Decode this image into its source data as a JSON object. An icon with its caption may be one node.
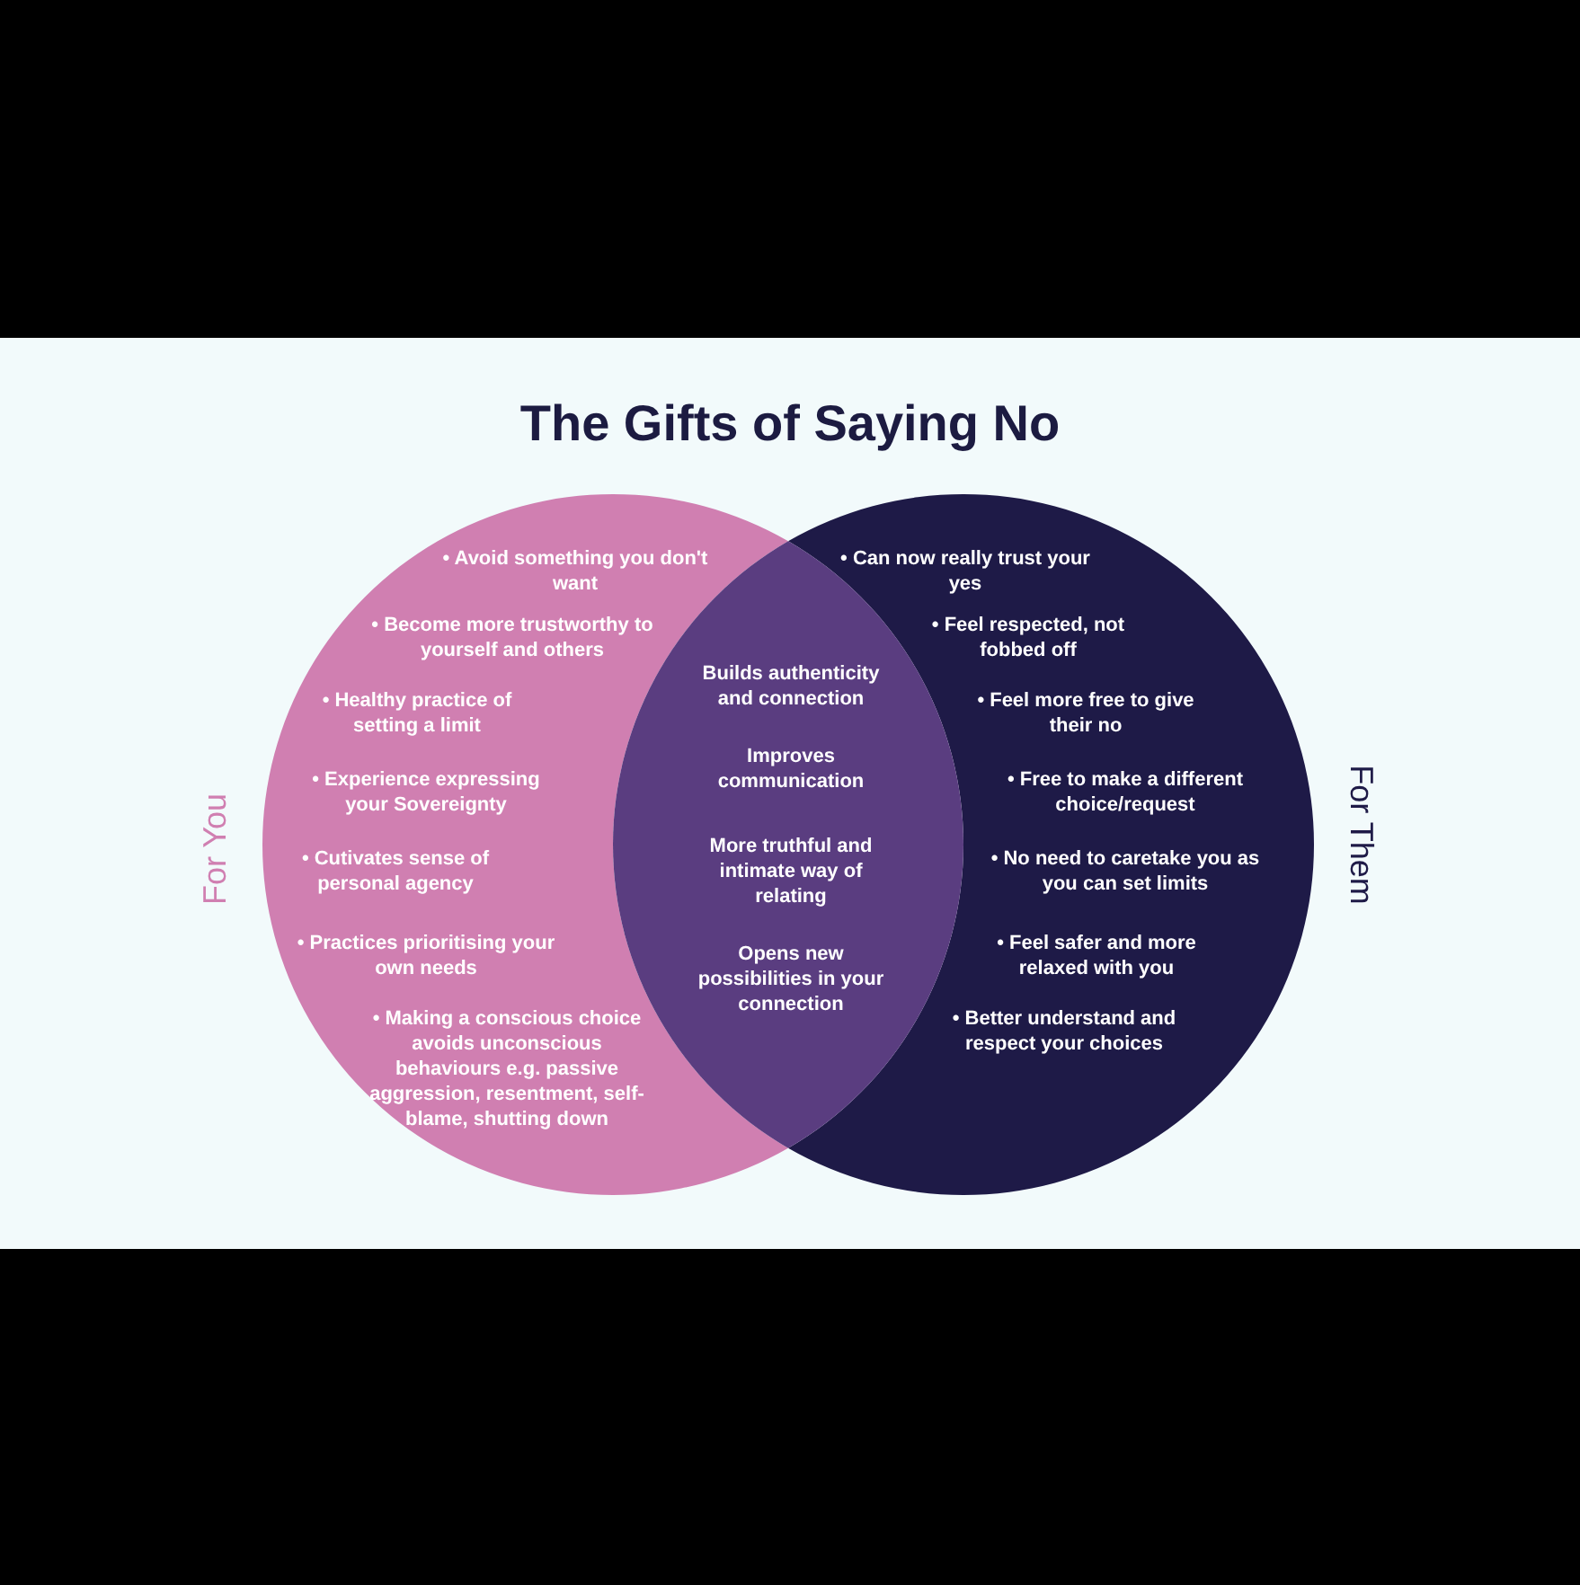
{
  "diagram": {
    "title": "The Gifts of Saying No",
    "nodes": [
      {
        "text": [
          "• Avoid something you don't want",
          "• Become more trustworthy to yourself and others",
          "• Healthy practice of setting a limit",
          "• Experience expressing your Sovereignty",
          "• Cutivates sense of personal agency",
          "• Practices prioritising your own needs",
          "• Making a conscious choice avoids unconscious behaviours e.g. passive aggression, resentment, self-blame, shutting down"
        ],
        "beside": [
          "For You"
        ]
      },
      {
        "text": [
          "• Can now really trust your yes",
          "• Feel respected, not fobbed off",
          "• Feel more free to give their no",
          "• Free to make a different choice/request",
          "• No need to caretake you as you can set limits",
          "• Feel safer and more relaxed with you",
          "• Better understand and respect your choices"
        ],
        "beside": [
          "For Them"
        ]
      },
      {
        "text": [
          "Builds authenticity and connection",
          "Improves communication",
          "More truthful and intimate way of relating",
          "Opens new possibilities in your connection"
        ]
      }
    ]
  }
}
